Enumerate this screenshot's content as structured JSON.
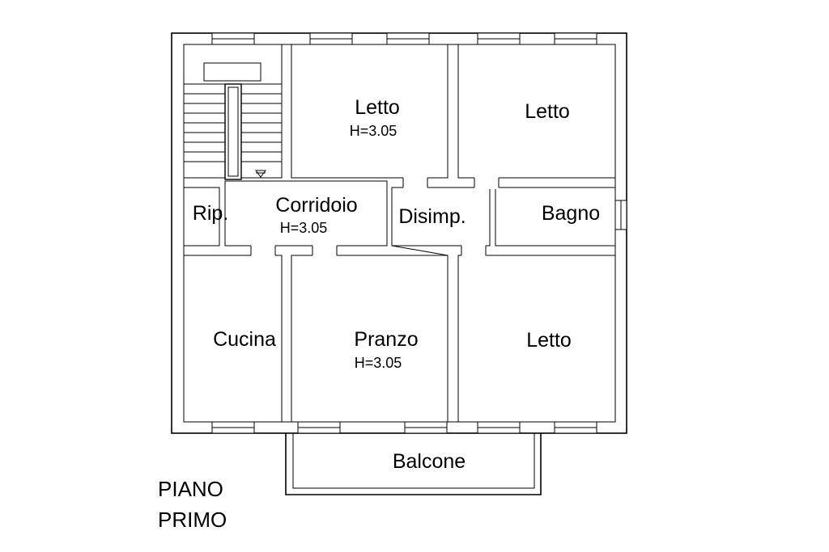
{
  "plan": {
    "title_line1": "PIANO",
    "title_line2": "PRIMO",
    "rooms": {
      "letto_top_left": {
        "name": "Letto",
        "height": "H=3.05"
      },
      "letto_top_right": {
        "name": "Letto"
      },
      "ripostiglio": {
        "name": "Rip."
      },
      "corridoio": {
        "name": "Corridoio",
        "height": "H=3.05"
      },
      "disimpegno": {
        "name": "Disimp."
      },
      "bagno": {
        "name": "Bagno"
      },
      "cucina": {
        "name": "Cucina"
      },
      "pranzo": {
        "name": "Pranzo",
        "height": "H=3.05"
      },
      "letto_bottom_right": {
        "name": "Letto"
      },
      "balcone": {
        "name": "Balcone"
      }
    }
  }
}
